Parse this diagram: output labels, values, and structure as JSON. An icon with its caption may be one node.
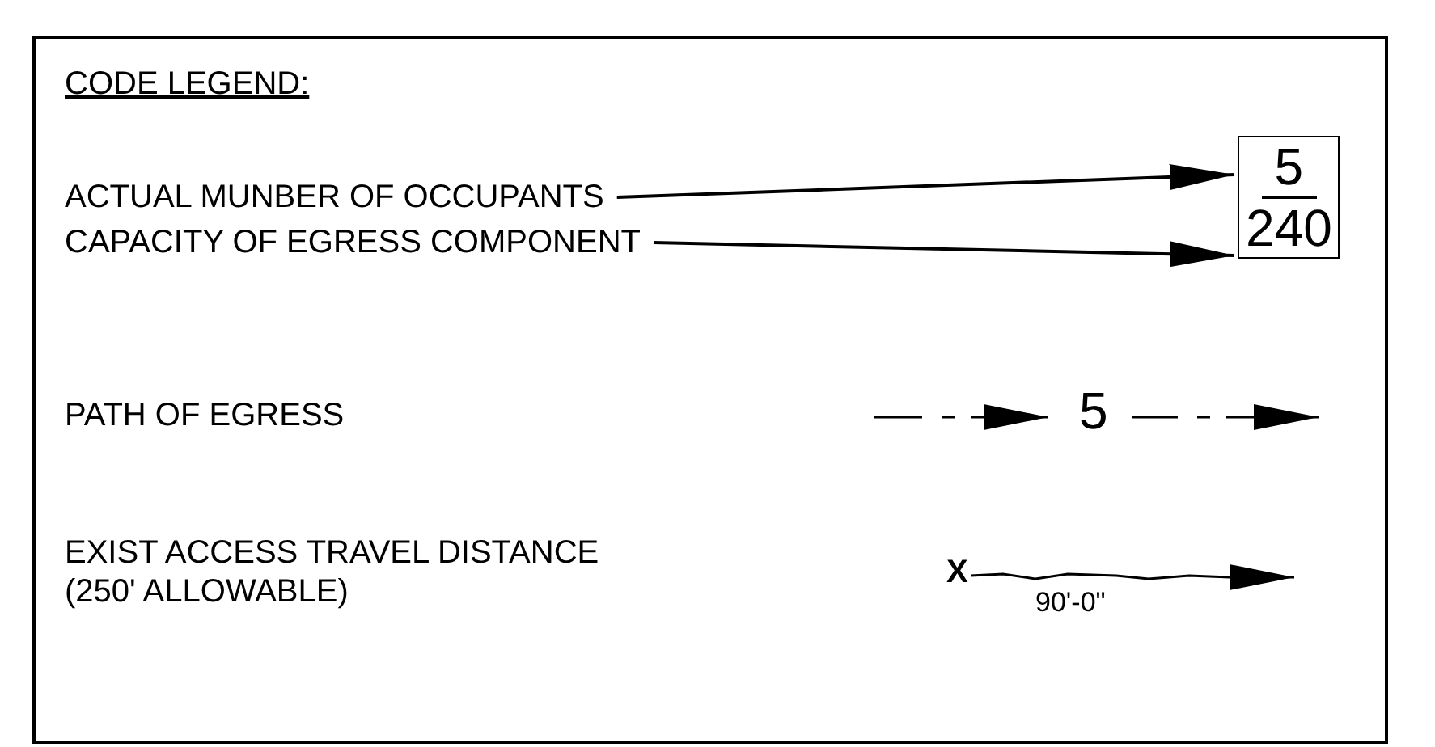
{
  "diagram": {
    "title": "CODE LEGEND:",
    "nodes": [
      {
        "text": [
          "ACTUAL MUNBER OF OCCUPANTS"
        ]
      },
      {
        "text": [
          "CAPACITY OF EGRESS COMPONENT"
        ]
      },
      {
        "text": [
          "5",
          "240"
        ]
      }
    ],
    "edges": [
      {
        "from": 0,
        "to": 2,
        "arrow": "to"
      },
      {
        "from": 1,
        "to": 2,
        "arrow": "to"
      }
    ],
    "labels": [
      "5",
      "X",
      "90'-0\""
    ],
    "legend": [
      {
        "text": "PATH OF EGRESS"
      },
      {
        "text": "EXIST ACCESS TRAVEL DISTANCE (250' ALLOWABLE)"
      }
    ]
  }
}
